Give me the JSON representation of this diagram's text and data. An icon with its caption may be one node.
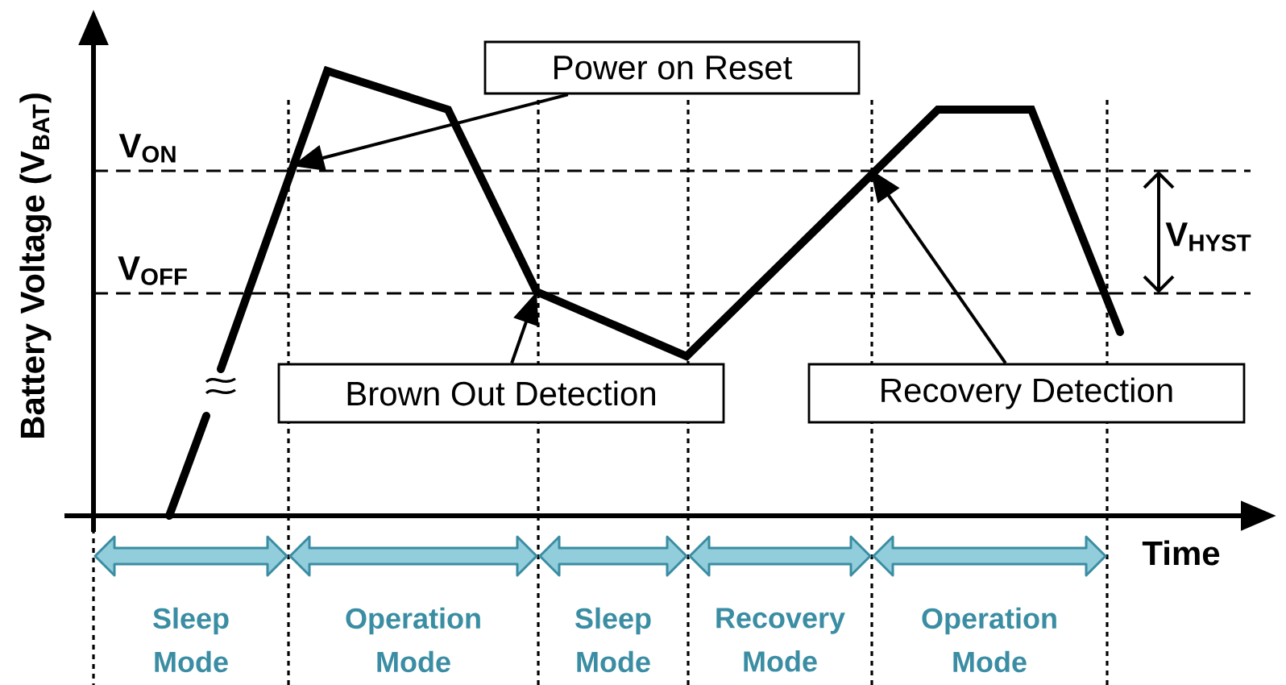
{
  "diagram": {
    "nodes": [
      {
        "text": [
          "Power on Reset"
        ]
      },
      {
        "text": [
          "Brown Out Detection"
        ]
      },
      {
        "text": [
          "Recovery Detection"
        ]
      }
    ],
    "edges": [
      {
        "from": 0,
        "to": null,
        "arrow": "to"
      },
      {
        "from": 1,
        "to": null,
        "arrow": "to"
      },
      {
        "from": 2,
        "to": null,
        "arrow": "to"
      }
    ],
    "labels": [
      "Battery Voltage (V$_{BAT}$)",
      "V$_{ON}$",
      "V$_{OFF}$",
      "V$_{HYST}$",
      "Time",
      "Sleep Mode",
      "Operation Mode",
      "Sleep Mode",
      "Recovery Mode",
      "Operation Mode"
    ]
  }
}
